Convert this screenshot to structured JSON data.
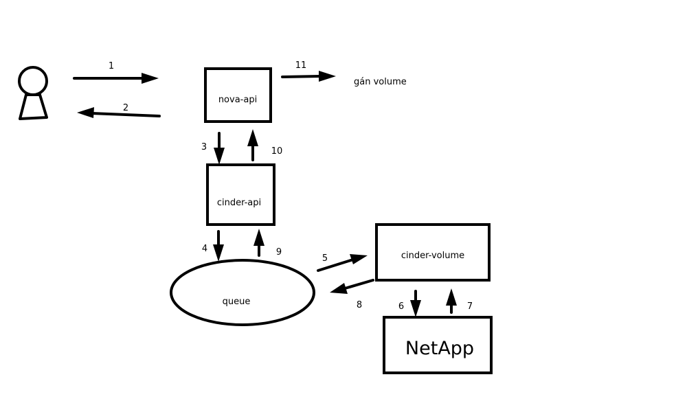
{
  "diagram": {
    "nodes": {
      "nova_api": "nova-api",
      "cinder_api": "cinder-api",
      "queue": "queue",
      "cinder_volume": "cinder-volume",
      "netapp": "NetApp",
      "result": "gán volume"
    },
    "steps": [
      "1",
      "2",
      "3",
      "4",
      "5",
      "6",
      "7",
      "8",
      "9",
      "10",
      "11"
    ],
    "colors": {
      "stroke": "#000000",
      "background": "#ffffff"
    }
  }
}
